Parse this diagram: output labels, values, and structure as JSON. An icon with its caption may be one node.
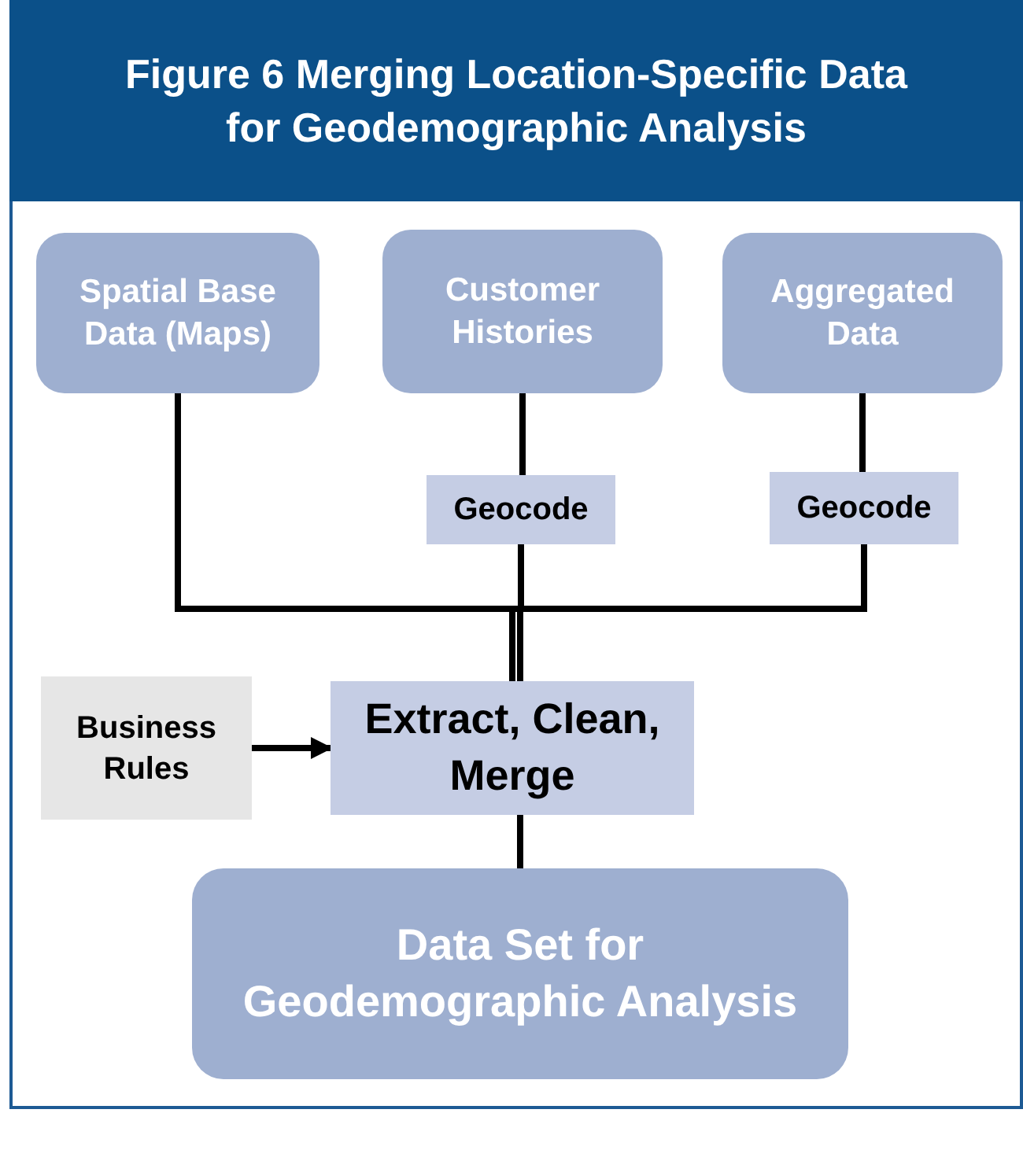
{
  "diagram": {
    "title": "Figure 6 Merging Location-Specific Data for Geodemographic Analysis",
    "nodes": [
      {
        "text": [
          "Spatial Base Data (Maps)"
        ]
      },
      {
        "text": [
          "Customer Histories"
        ]
      },
      {
        "text": [
          "Aggregated Data"
        ]
      },
      {
        "text": [
          "Geocode"
        ]
      },
      {
        "text": [
          "Geocode"
        ]
      },
      {
        "text": [
          "Business Rules"
        ]
      },
      {
        "text": [
          "Extract, Clean, Merge"
        ]
      },
      {
        "text": [
          "Data Set for Geodemographic Analysis"
        ]
      }
    ],
    "edges": [
      {
        "from": 1,
        "to": 3,
        "arrow": "none"
      },
      {
        "from": 2,
        "to": 4,
        "arrow": "none"
      },
      {
        "from": 0,
        "to": 6,
        "arrow": "none"
      },
      {
        "from": 3,
        "to": 6,
        "arrow": "none"
      },
      {
        "from": 4,
        "to": 6,
        "arrow": "none"
      },
      {
        "from": 5,
        "to": 6,
        "arrow": "to"
      },
      {
        "from": 6,
        "to": 7,
        "arrow": "none"
      }
    ]
  }
}
